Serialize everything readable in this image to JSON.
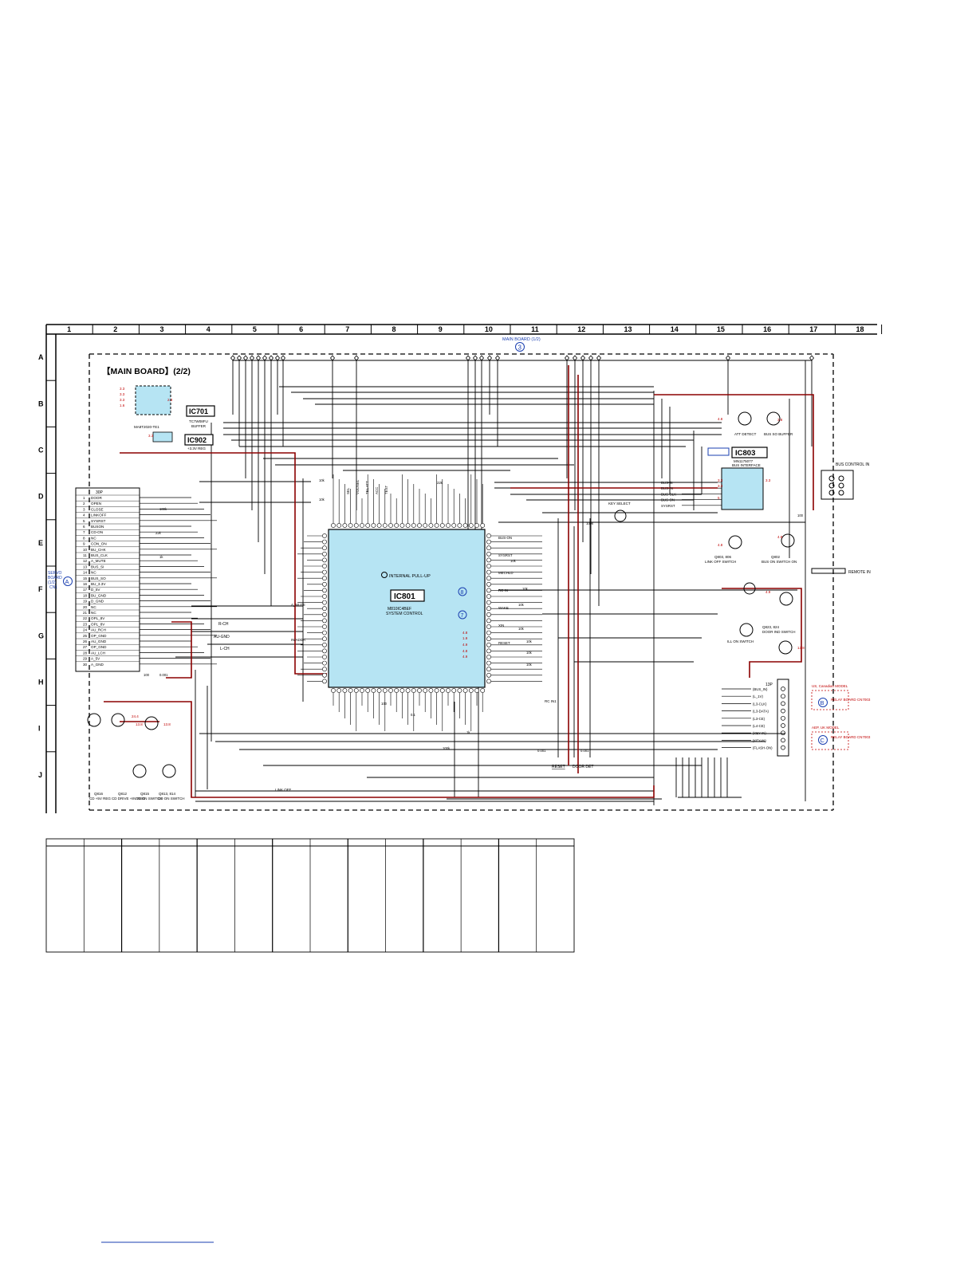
{
  "columns": [
    "1",
    "2",
    "3",
    "4",
    "5",
    "6",
    "7",
    "8",
    "9",
    "10",
    "11",
    "12",
    "13",
    "14",
    "15",
    "16",
    "17",
    "18"
  ],
  "rows": [
    "A",
    "B",
    "C",
    "D",
    "E",
    "F",
    "G",
    "H",
    "I",
    "J"
  ],
  "board_title": "【MAIN BOARD】(2/2)",
  "top_ref": {
    "label": "MAIN BOARD (1/2)",
    "circle": "3"
  },
  "ics": {
    "ic701": {
      "ref": "IC701",
      "part": "TC7W08FU",
      "desc": "BUFFER"
    },
    "ic902": {
      "ref": "IC902",
      "part": "MA8T2020-TE1",
      "desc": "+3.3V REG"
    },
    "ic801": {
      "ref": "IC801",
      "part": "M810IC4BEF",
      "desc": "SYSTEM CONTROL",
      "note": "INTERNAL PULL-UP"
    },
    "ic803": {
      "ref": "IC803",
      "part": "MN1175077",
      "desc": "BUS INTERFACE"
    }
  },
  "ic801_net_labels": {
    "top": [
      "SEL",
      "VOL/SEL",
      "TEL ATT",
      "ACC",
      "TEST"
    ],
    "left": [
      "A_MUTE",
      "IN/ADDR"
    ],
    "right": [
      "BUS-ON",
      "SYSRST",
      "MECHLD",
      "RC IN",
      "WAKE",
      "XIN",
      "RESET"
    ]
  },
  "connector_left": {
    "header": "30P",
    "pins": [
      {
        "no": "1",
        "name": "DOOR"
      },
      {
        "no": "2",
        "name": "OPEN"
      },
      {
        "no": "3",
        "name": "CLOSE"
      },
      {
        "no": "4",
        "name": "LINKOFF"
      },
      {
        "no": "5",
        "name": "SYSRST"
      },
      {
        "no": "6",
        "name": "BUSON"
      },
      {
        "no": "7",
        "name": "CD-ON"
      },
      {
        "no": "8",
        "name": "NC"
      },
      {
        "no": "9",
        "name": "CON_ON"
      },
      {
        "no": "10",
        "name": "BU_CHK"
      },
      {
        "no": "11",
        "name": "BUS_CLK"
      },
      {
        "no": "12",
        "name": "A_MUTE"
      },
      {
        "no": "13",
        "name": "BUS_SI"
      },
      {
        "no": "14",
        "name": "NC"
      },
      {
        "no": "15",
        "name": "BUS_SO"
      },
      {
        "no": "16",
        "name": "BU_3.3V"
      },
      {
        "no": "17",
        "name": "D_5V"
      },
      {
        "no": "18",
        "name": "BU_GND"
      },
      {
        "no": "19",
        "name": "D_GND"
      },
      {
        "no": "20",
        "name": "NC"
      },
      {
        "no": "21",
        "name": "NC"
      },
      {
        "no": "22",
        "name": "OPL_8V"
      },
      {
        "no": "23",
        "name": "OPL_8V"
      },
      {
        "no": "24",
        "name": "AU_RCH"
      },
      {
        "no": "25",
        "name": "OP_GND"
      },
      {
        "no": "26",
        "name": "AU_GND"
      },
      {
        "no": "27",
        "name": "OP_GND"
      },
      {
        "no": "28",
        "name": "AU_LCH"
      },
      {
        "no": "29",
        "name": "A_5V"
      },
      {
        "no": "30",
        "name": "A_GND"
      }
    ]
  },
  "servo_ref": {
    "label": "SERVO BOARD (1/2) CN1",
    "circle": "A"
  },
  "analog_labels": [
    "R-CH",
    "AU-GND",
    "L-CH"
  ],
  "transistors_bottom_left": [
    {
      "ref": "Q816",
      "desc": "CD +5V REG"
    },
    {
      "ref": "Q812",
      "desc": "CD DRIVE +8V REG"
    },
    {
      "ref": "Q815",
      "desc": "CD ON SWITCH"
    },
    {
      "ref": "Q813, 814",
      "desc": "CD ON SWITCH"
    }
  ],
  "right_labels": {
    "bus_control": "BUS CONTROL IN",
    "remote": "REMOTE IN",
    "q802": "ATT DETECT",
    "q801": "BUS SO BUFFER",
    "q803": "LINK OFF SWITCH",
    "q803_ref": "Q803, 806",
    "q806": "BUS ON SWITCH ON",
    "q806_ref": "Q802",
    "q823": "DOOR IND SWITCH",
    "q823_ref": "Q823, 824",
    "q822": "ILL ON SWITCH",
    "keyoff": "KEY SELECT",
    "reset": "RESET",
    "door_det": "DOOR DET",
    "link_off": "LINK OFF",
    "rc_in": "RC IN1"
  },
  "ic803_pins_left": [
    "BUS-SI",
    "BUS-IN",
    "BUS-CLK",
    "BUS-ON",
    "SYSRST"
  ],
  "connector_right": {
    "header": "13P",
    "pins": [
      "BUS_IN",
      "L_1V",
      "L3-CLK",
      "L3-DATA",
      "L3-CE",
      "L4-CE",
      "KEY-IN",
      "KEY-IN",
      "FLASH-ON"
    ]
  },
  "relay_b": {
    "circle": "B",
    "text": "RELAY BOARD CN7003",
    "model": "US, Canadian MODEL"
  },
  "relay_c": {
    "circle": "C",
    "text": "RELAY BOARD CN7003",
    "model": "AEP, UK MODEL"
  },
  "table": {
    "column_count": 14
  },
  "colors": {
    "ic_fill": "#b6e4f3",
    "red_trace": "#8b0000",
    "voltage_red": "#c00000",
    "ref_blue": "#1a3fb0"
  }
}
